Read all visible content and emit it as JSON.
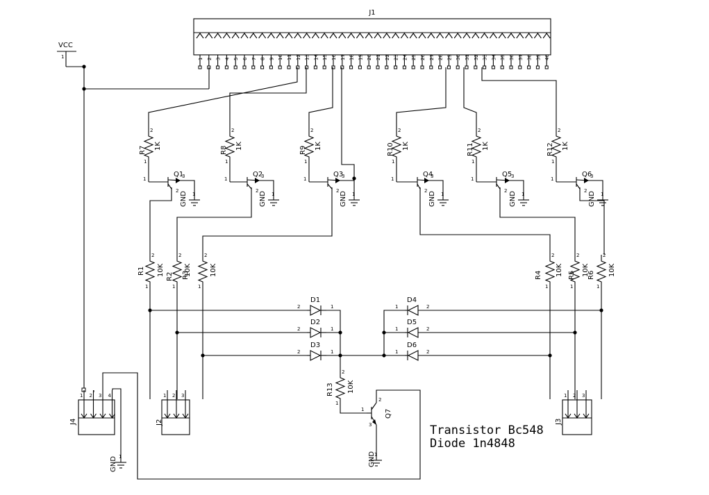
{
  "connector_j1": {
    "label": "J1",
    "pins": [
      "1",
      "2",
      "3",
      "4",
      "5",
      "6",
      "7",
      "8",
      "9",
      "10",
      "11",
      "12",
      "13",
      "14",
      "15",
      "16",
      "17",
      "18",
      "19",
      "20",
      "21",
      "22",
      "23",
      "24",
      "25",
      "26",
      "27",
      "28",
      "29",
      "30",
      "31",
      "32",
      "33",
      "34",
      "35",
      "36",
      "37",
      "38",
      "39",
      "40"
    ]
  },
  "power": {
    "vcc": "VCC",
    "vcc_pin": "1",
    "gnd": "GND"
  },
  "resistors": [
    {
      "ref": "R7",
      "value": "1K"
    },
    {
      "ref": "R8",
      "value": "1K"
    },
    {
      "ref": "R9",
      "value": "1K"
    },
    {
      "ref": "R10",
      "value": "1K"
    },
    {
      "ref": "R11",
      "value": "1K"
    },
    {
      "ref": "R12",
      "value": "1K"
    },
    {
      "ref": "R1",
      "value": "10K"
    },
    {
      "ref": "R2",
      "value": "10K"
    },
    {
      "ref": "R3",
      "value": "10K"
    },
    {
      "ref": "R4",
      "value": "10K"
    },
    {
      "ref": "R5",
      "value": "10K"
    },
    {
      "ref": "R6",
      "value": "10K"
    },
    {
      "ref": "R13",
      "value": "10K"
    }
  ],
  "transistors": [
    "Q1",
    "Q2",
    "Q3",
    "Q4",
    "Q5",
    "Q6",
    "Q7"
  ],
  "diodes": [
    "D1",
    "D2",
    "D3",
    "D4",
    "D5",
    "D6"
  ],
  "connectors": [
    "J2",
    "J3",
    "J4"
  ],
  "pin_labels": {
    "p1": "1",
    "p2": "2",
    "p3": "3",
    "p4": "4"
  },
  "notes": {
    "line1": "Transistor Bc548",
    "line2": "Diode 1n4848"
  }
}
